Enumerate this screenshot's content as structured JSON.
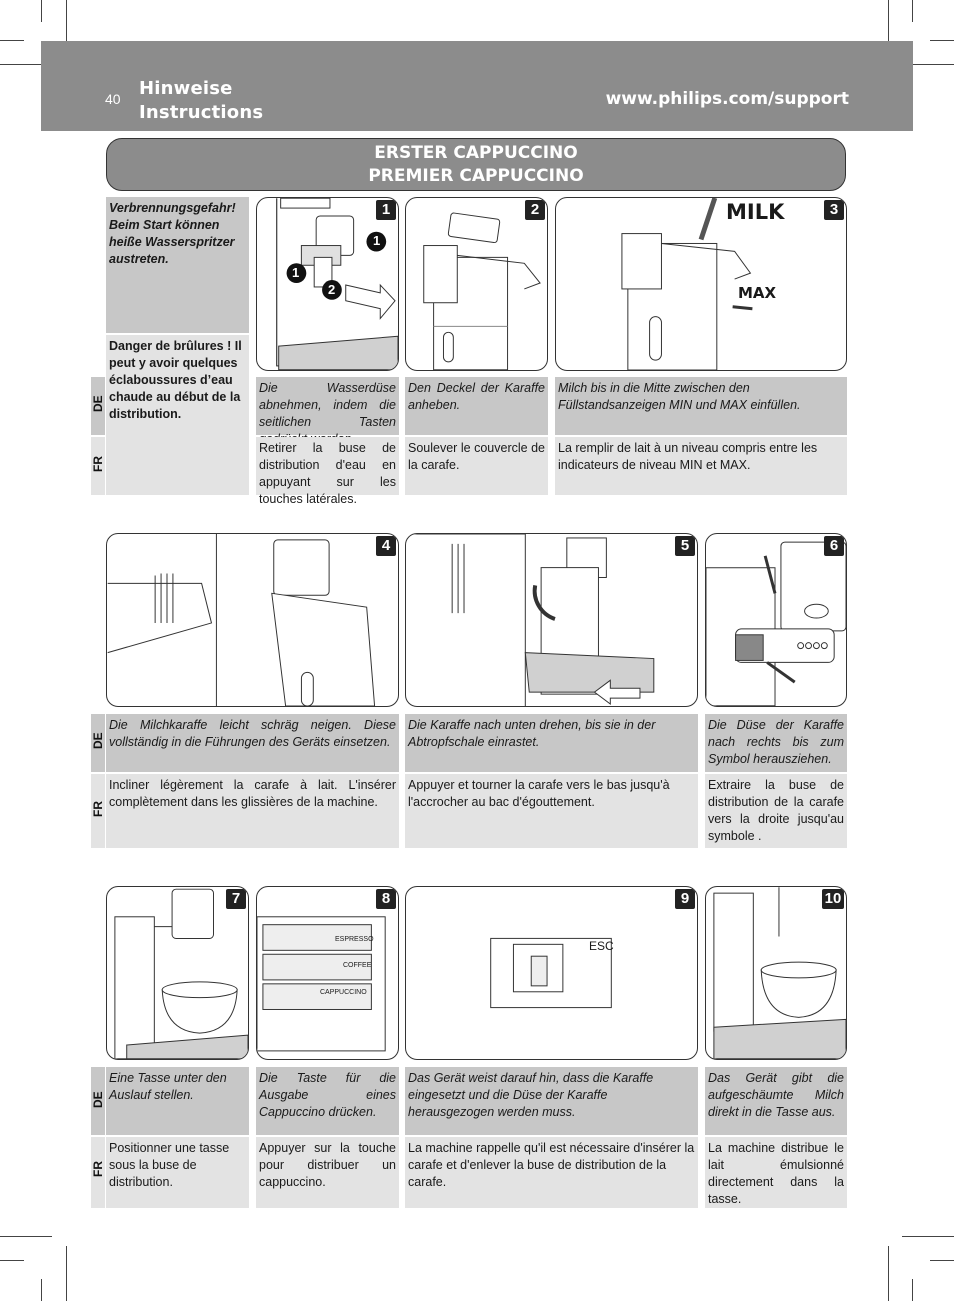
{
  "header": {
    "page_number": "40",
    "section_de": "Hinweise",
    "section_fr": "Instructions",
    "support_url": "www.philips.com/support"
  },
  "title": {
    "line_de": "ERSTER CAPPUCCINO",
    "line_fr": "PREMIER CAPPUCCINO"
  },
  "languages": {
    "de": "DE",
    "fr": "FR"
  },
  "warning": {
    "de": "Verbrennungsgefahr! Beim Start können heiße Wasserspritzer austreten.",
    "fr": "Danger de brûlures ! Il peut y avoir quelques éclaboussures d’eau chaude au début de la distribution."
  },
  "steps": [
    {
      "num": "1",
      "de": "Die Wasserdüse abnehmen, indem die seitlichen Tasten gedrückt werden.",
      "fr": "Retirer la buse de distribution d'eau en appuyant sur les touches latérales."
    },
    {
      "num": "2",
      "de": "Den Deckel der Karaffe anheben.",
      "fr": "Soulever le couvercle de la carafe."
    },
    {
      "num": "3",
      "de": "Milch bis in die Mitte zwischen den Füllstandsanzeigen MIN und MAX einfüllen.",
      "fr": "La remplir de lait à un niveau compris entre les indicateurs de niveau MIN et MAX."
    },
    {
      "num": "4",
      "de": "Die Milchkaraffe leicht schräg neigen. Diese vollständig in die Führungen des Geräts einsetzen.",
      "fr": "Incliner légèrement la carafe à lait. L'insérer complètement dans les glissières de la machine."
    },
    {
      "num": "5",
      "de": "Die Karaffe nach unten drehen, bis sie in der Abtropfschale einrastet.",
      "fr": "Appuyer et tourner la carafe vers le bas jusqu'à l'accrocher au bac d'égouttement."
    },
    {
      "num": "6",
      "de": "Die Düse der Karaffe nach rechts bis zum Symbol herausziehen.",
      "fr": "Extraire la buse de distribution de la carafe vers la droite jusqu'au symbole ."
    },
    {
      "num": "7",
      "de": "Eine Tasse unter den Auslauf stellen.",
      "fr": "Positionner une tasse sous la buse de distribution."
    },
    {
      "num": "8",
      "de": "Die Taste für die Ausgabe eines Cappuccino drücken.",
      "fr": "Appuyer sur la touche pour distribuer un cappuccino."
    },
    {
      "num": "9",
      "de": "Das Gerät weist darauf hin, dass die Karaffe eingesetzt und die Düse der Karaffe herausgezogen werden muss.",
      "fr": "La machine rappelle qu'il est nécessaire d'insérer la carafe et d'enlever la buse de distribution de la carafe."
    },
    {
      "num": "10",
      "de": "Das Gerät gibt die aufgeschäumte Milch direkt in die Tasse aus.",
      "fr": "La machine distribue le lait émulsionné directement dans la tasse."
    }
  ],
  "illustration_labels": {
    "milk": "MILK",
    "max": "MAX",
    "espresso": "ESPRESSO",
    "coffee": "COFFEE",
    "cappuccino": "CAPPUCCINO",
    "esc": "ESC",
    "callout_1": "1",
    "callout_2": "2"
  },
  "colors": {
    "header_gray": "#8c8c8c",
    "de_row": "#c7c7c7",
    "fr_row": "#e3e3e3"
  }
}
